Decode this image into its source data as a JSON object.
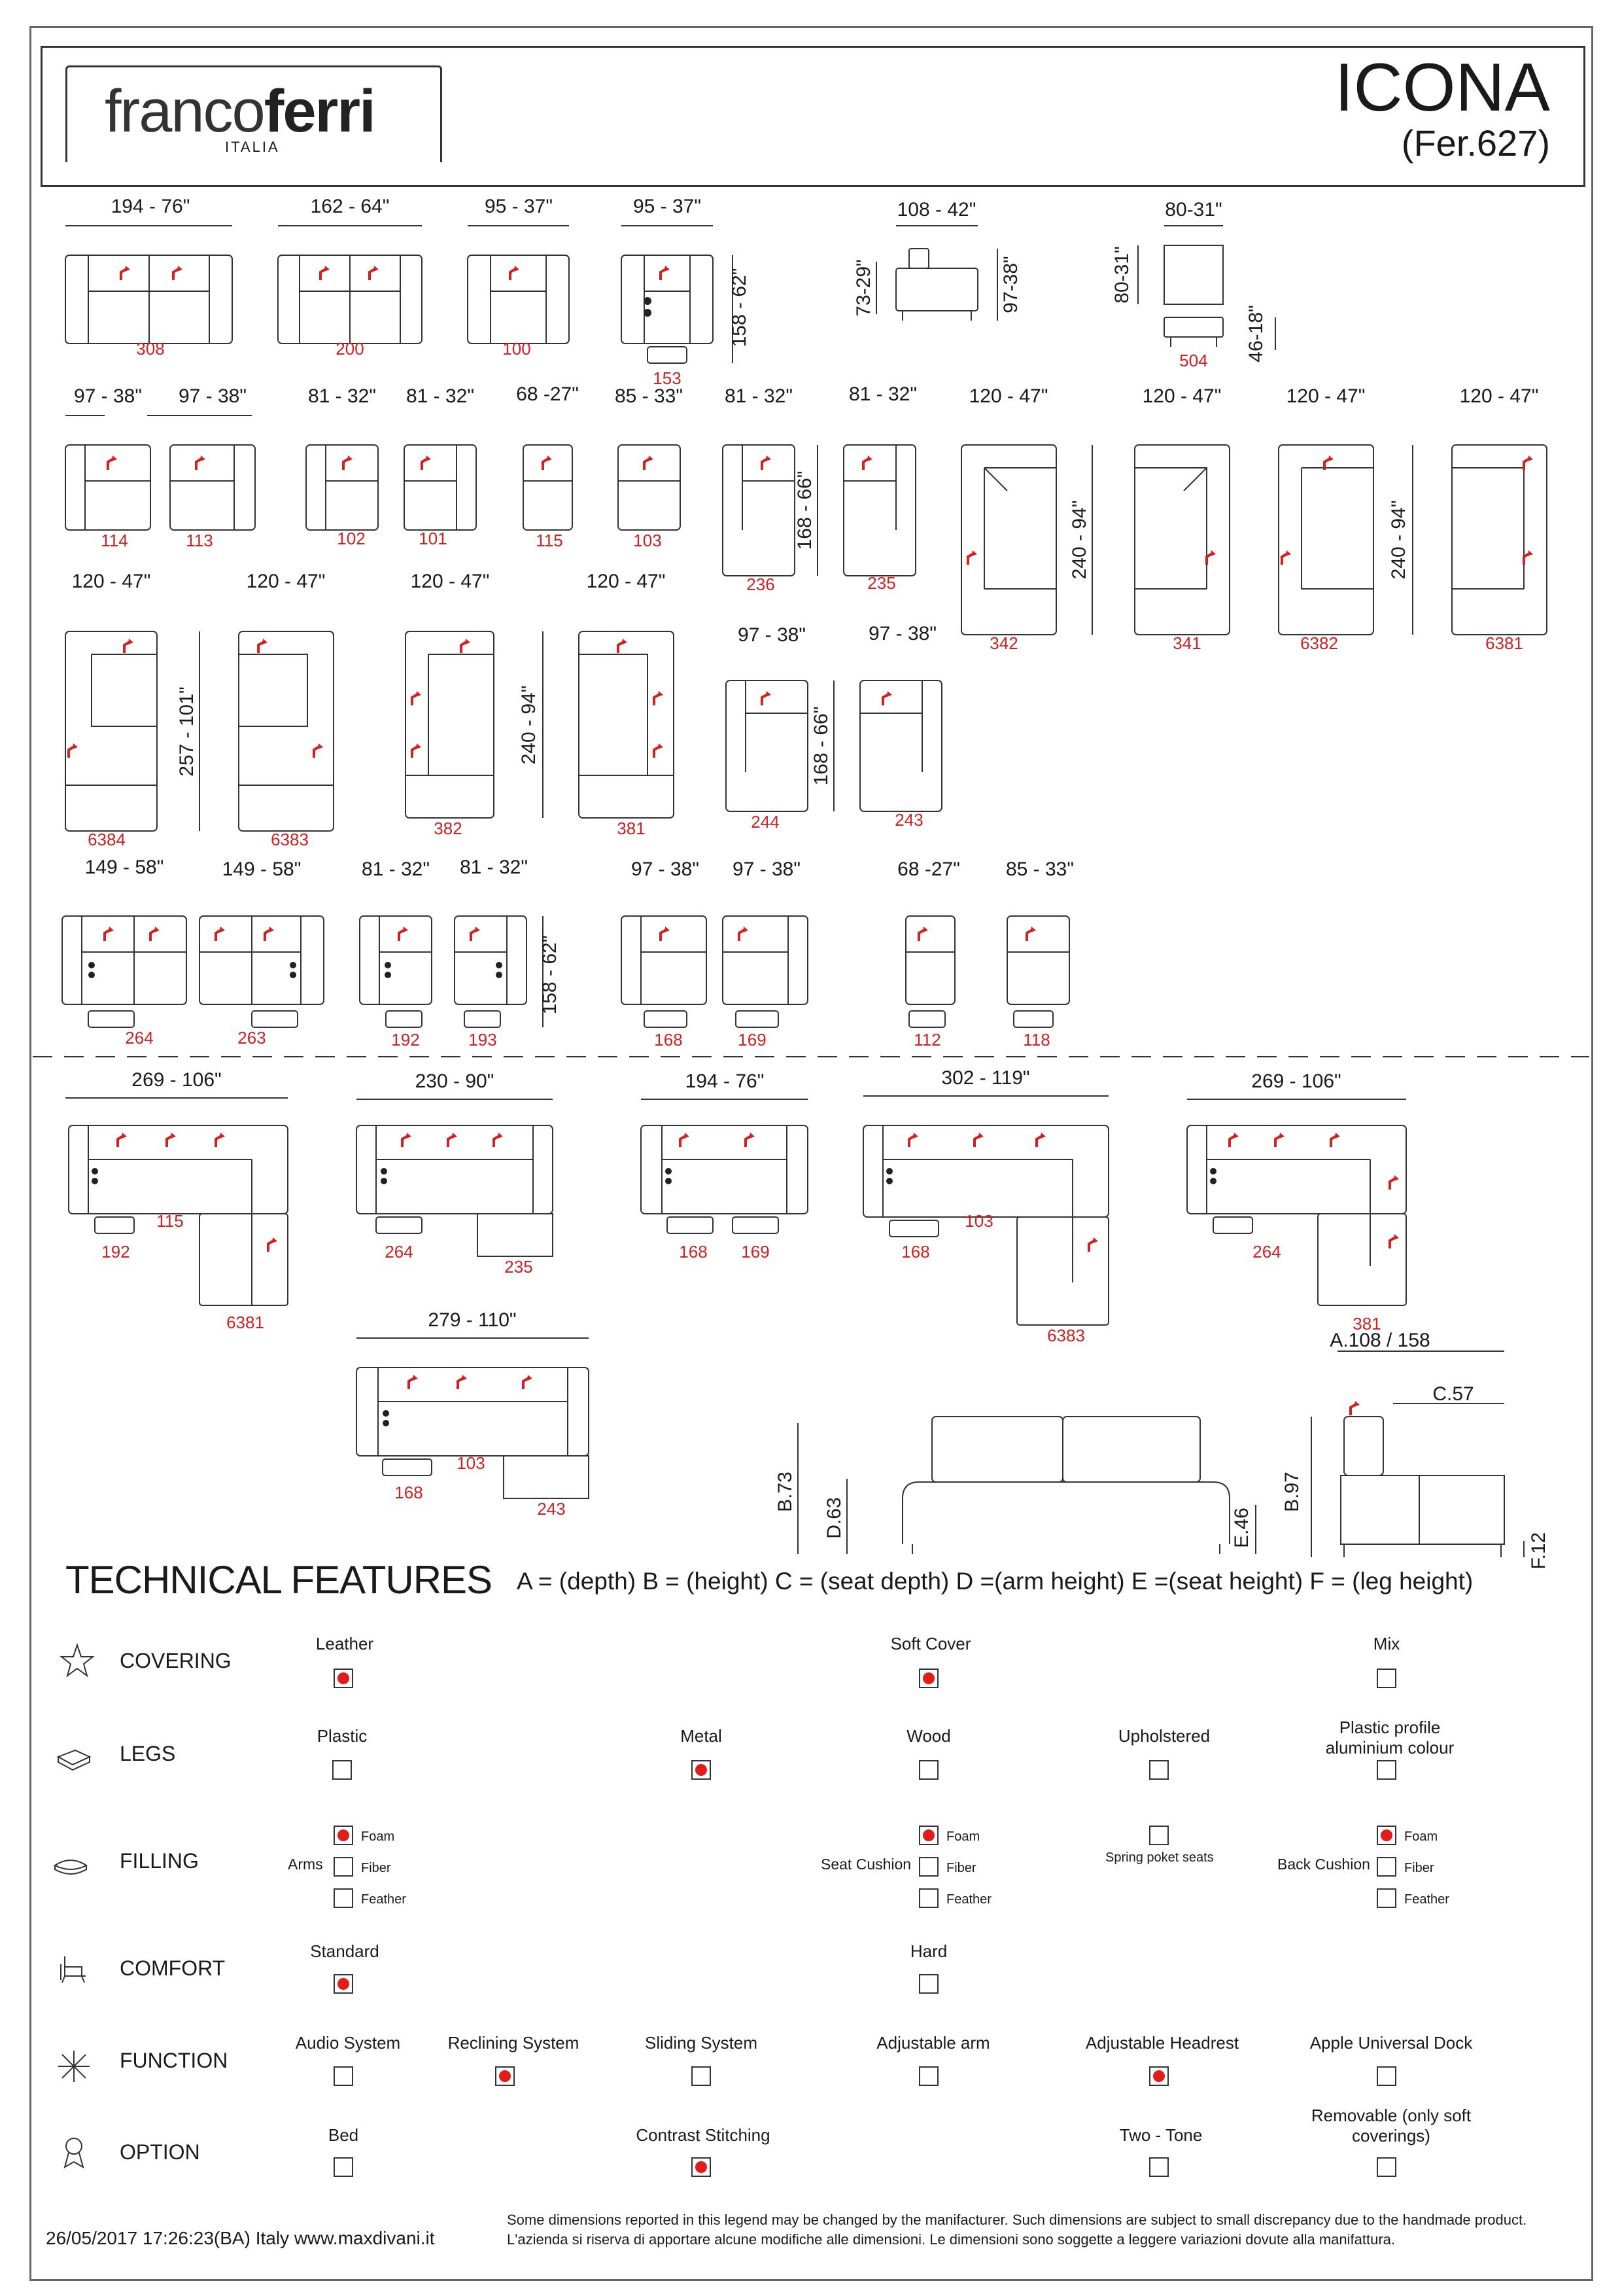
{
  "brand": {
    "logo_light": "franco",
    "logo_bold": "ferri",
    "logo_sub": "ITALIA"
  },
  "model": {
    "name": "ICONA",
    "code": "(Fer.627)"
  },
  "modules": [
    {
      "dim": "194 - 76\"",
      "code": "308"
    },
    {
      "dim": "162 - 64\"",
      "code": "200"
    },
    {
      "dim": "95 - 37\"",
      "code": "100"
    },
    {
      "dim": "95 - 37\"",
      "code": "153",
      "depth": "158 - 62\""
    },
    {
      "dim": "108 - 42\"",
      "side": [
        "73-29\"",
        "97-38\""
      ]
    },
    {
      "dim": "80-31\"",
      "code": "504",
      "side": [
        "80-31\"",
        "46-18\""
      ]
    },
    {
      "dim": "97 - 38\"",
      "code": "114"
    },
    {
      "dim": "97 - 38\"",
      "code": "113"
    },
    {
      "dim": "81 - 32\"",
      "code": "102"
    },
    {
      "dim": "81 - 32\"",
      "code": "101"
    },
    {
      "dim": "68 -27\"",
      "code": "115"
    },
    {
      "dim": "85 - 33\"",
      "code": "103"
    },
    {
      "dim": "81 - 32\"",
      "code": "236"
    },
    {
      "dim": "81 - 32\"",
      "code": "235",
      "depth": "168 - 66\""
    },
    {
      "dim": "120 - 47\"",
      "code": "342",
      "depth": "240 - 94\""
    },
    {
      "dim": "120 - 47\"",
      "code": "341"
    },
    {
      "dim": "120 - 47\"",
      "code": "6382",
      "depth": "240 - 94\""
    },
    {
      "dim": "120 - 47\"",
      "code": "6381"
    },
    {
      "dim": "120 - 47\"",
      "code": "6384"
    },
    {
      "dim": "120 - 47\"",
      "code": "6383",
      "depth": "257 - 101\""
    },
    {
      "dim": "120 - 47\"",
      "code": "382",
      "depth": "240 - 94\""
    },
    {
      "dim": "120 - 47\"",
      "code": "381"
    },
    {
      "dim": "97 - 38\"",
      "code": "244"
    },
    {
      "dim": "97 - 38\"",
      "code": "243",
      "depth": "168 - 66\""
    },
    {
      "dim": "149 - 58\"",
      "code": "264"
    },
    {
      "dim": "149 - 58\"",
      "code": "263"
    },
    {
      "dim": "81 - 32\"",
      "code": "192"
    },
    {
      "dim": "81 - 32\"",
      "code": "193",
      "depth": "158 - 62\""
    },
    {
      "dim": "97 - 38\"",
      "code": "168"
    },
    {
      "dim": "97 - 38\"",
      "code": "169"
    },
    {
      "dim": "68 -27\"",
      "code": "112"
    },
    {
      "dim": "85 - 33\"",
      "code": "118"
    }
  ],
  "compositions": [
    {
      "dim": "269 - 106\"",
      "codes": [
        "115",
        "192",
        "6381"
      ]
    },
    {
      "dim": "230 - 90\"",
      "codes": [
        "264",
        "235"
      ]
    },
    {
      "dim": "194 - 76\"",
      "codes": [
        "168",
        "169"
      ]
    },
    {
      "dim": "302 - 119\"",
      "codes": [
        "103",
        "168",
        "6383"
      ]
    },
    {
      "dim": "269 - 106\"",
      "codes": [
        "264",
        "381"
      ]
    },
    {
      "dim": "279 - 110\"",
      "codes": [
        "103",
        "168",
        "243"
      ]
    }
  ],
  "side_view": {
    "A": "A.108 / 158",
    "B": "B.97",
    "C": "C.57",
    "D": "D.63",
    "E": "E.46",
    "F": "F.12",
    "B_front": "B.73"
  },
  "technical": {
    "title": "TECHNICAL FEATURES",
    "legend": "A = (depth)  B = (height)  C = (seat depth)  D =(arm height)  E =(seat height)  F = (leg height)",
    "covering": {
      "label": "COVERING",
      "options": [
        {
          "name": "Leather",
          "on": true
        },
        {
          "name": "Soft Cover",
          "on": true
        },
        {
          "name": "Mix",
          "on": false
        }
      ]
    },
    "legs": {
      "label": "LEGS",
      "options": [
        {
          "name": "Plastic",
          "on": false
        },
        {
          "name": "Metal",
          "on": true
        },
        {
          "name": "Wood",
          "on": false
        },
        {
          "name": "Upholstered",
          "on": false
        },
        {
          "name": "Plastic profile aluminium colour",
          "on": false
        }
      ]
    },
    "filling": {
      "label": "FILLING",
      "arms": "Arms",
      "seat": "Seat Cushion",
      "spring": "Spring poket seats",
      "back": "Back Cushion",
      "foam": "Foam",
      "fiber": "Fiber",
      "feather": "Feather"
    },
    "comfort": {
      "label": "COMFORT",
      "options": [
        {
          "name": "Standard",
          "on": true
        },
        {
          "name": "Hard",
          "on": false
        }
      ]
    },
    "function": {
      "label": "FUNCTION",
      "options": [
        {
          "name": "Audio System",
          "on": false
        },
        {
          "name": "Reclining System",
          "on": true
        },
        {
          "name": "Sliding System",
          "on": false
        },
        {
          "name": "Adjustable arm",
          "on": false
        },
        {
          "name": "Adjustable Headrest",
          "on": true
        },
        {
          "name": "Apple Universal Dock",
          "on": false
        }
      ]
    },
    "option": {
      "label": "OPTION",
      "options": [
        {
          "name": "Bed",
          "on": false
        },
        {
          "name": "Contrast Stitching",
          "on": true
        },
        {
          "name": "Two - Tone",
          "on": false
        },
        {
          "name": "Removable (only soft coverings)",
          "on": false
        }
      ]
    }
  },
  "footer": {
    "left": "26/05/2017 17:26:23(BA) Italy www.maxdivani.it",
    "note_en": "Some dimensions reported in this legend may be changed by the manifacturer. Such dimensions are subject to small discrepancy due to the handmade product.",
    "note_it": "L'azienda si riserva di apportare alcune modifiche alle dimensioni. Le dimensioni sono soggette a leggere variazioni dovute alla manifattura."
  },
  "colors": {
    "accent": "#e31b1b",
    "line": "#333333"
  }
}
